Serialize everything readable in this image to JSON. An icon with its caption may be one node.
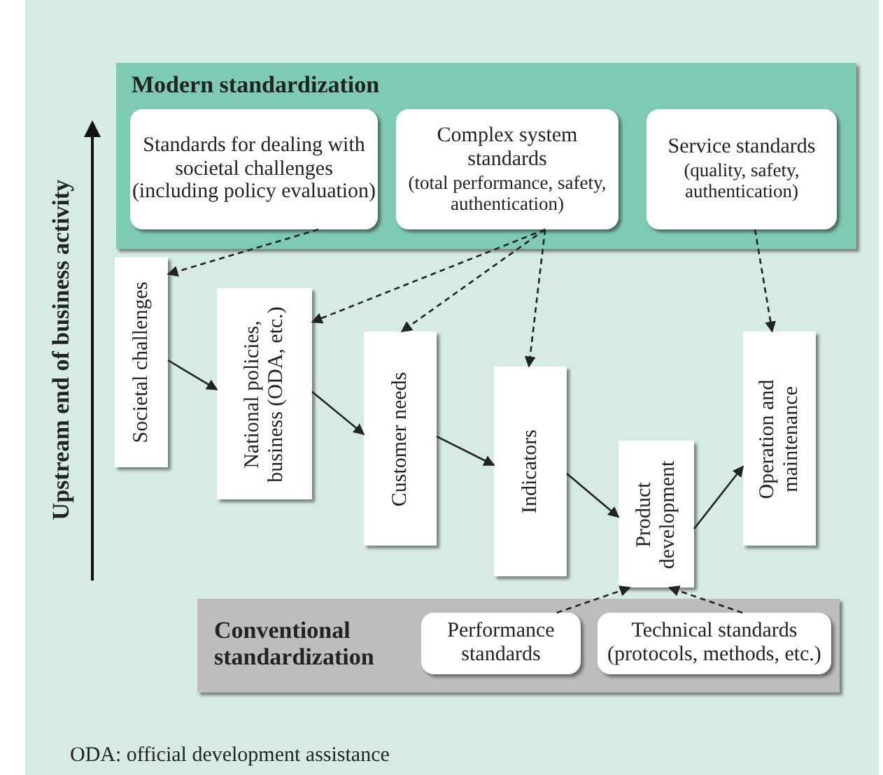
{
  "diagram": {
    "caption": "ODA: official development assistance",
    "nodes": [
      {
        "text": [
          "Modern standardization"
        ]
      },
      {
        "text": [
          "Standards for dealing with societal challenges (including policy evaluation)"
        ],
        "in": 0
      },
      {
        "text": [
          "Complex system standards",
          "(total performance, safety, authentication)"
        ],
        "in": 0
      },
      {
        "text": [
          "Service standards",
          "(quality, safety, authentication)"
        ],
        "in": 0
      },
      {
        "text": [
          "Societal challenges"
        ]
      },
      {
        "text": [
          "National policies, business (ODA, etc.)"
        ]
      },
      {
        "text": [
          "Customer needs"
        ]
      },
      {
        "text": [
          "Indicators"
        ]
      },
      {
        "text": [
          "Product development"
        ]
      },
      {
        "text": [
          "Operation and maintenance"
        ]
      },
      {
        "text": [
          "Conventional standardization"
        ]
      },
      {
        "text": [
          "Performance standards"
        ],
        "in": 10
      },
      {
        "text": [
          "Technical standards (protocols, methods, etc.)"
        ],
        "in": 10
      }
    ],
    "edges": [
      {
        "from": 1,
        "to": 4,
        "arrow": "to",
        "style": "dashed"
      },
      {
        "from": 2,
        "to": 5,
        "arrow": "to",
        "style": "dashed"
      },
      {
        "from": 2,
        "to": 6,
        "arrow": "to",
        "style": "dashed"
      },
      {
        "from": 2,
        "to": 7,
        "arrow": "to",
        "style": "dashed"
      },
      {
        "from": 3,
        "to": 9,
        "arrow": "to",
        "style": "dashed"
      },
      {
        "from": 4,
        "to": 5,
        "arrow": "to"
      },
      {
        "from": 5,
        "to": 6,
        "arrow": "to"
      },
      {
        "from": 6,
        "to": 7,
        "arrow": "to"
      },
      {
        "from": 7,
        "to": 8,
        "arrow": "to"
      },
      {
        "from": 8,
        "to": 9,
        "arrow": "to"
      },
      {
        "from": 11,
        "to": 8,
        "arrow": "to",
        "style": "dashed"
      },
      {
        "from": 12,
        "to": 8,
        "arrow": "to",
        "style": "dashed"
      }
    ],
    "labels": [
      "Upstream end of business activity"
    ]
  }
}
